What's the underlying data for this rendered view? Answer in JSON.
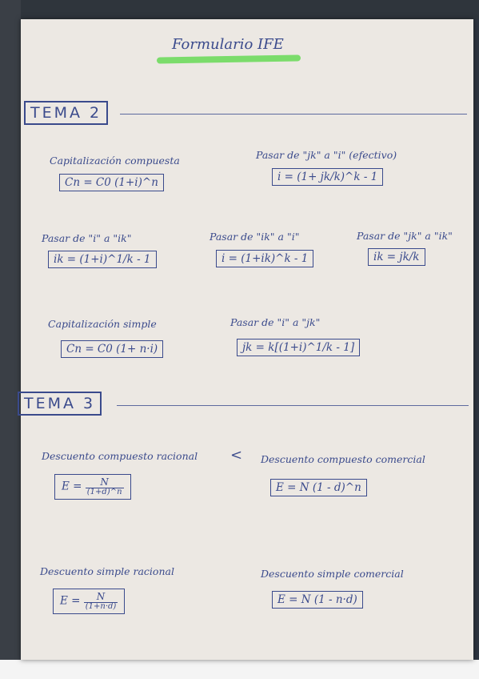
{
  "title": "Formulario IFE",
  "tema2": {
    "heading": "TEMA 2",
    "items": [
      {
        "label": "Capitalización compuesta",
        "formula": "Cn = C0 (1+i)^n"
      },
      {
        "label": "Pasar de \"jk\" a \"i\" (efectivo)",
        "formula": "i = (1+ jk/k)^k - 1"
      },
      {
        "label": "Pasar de \"i\" a \"ik\"",
        "formula": "ik = (1+i)^1/k - 1"
      },
      {
        "label": "Pasar de \"ik\" a \"i\"",
        "formula": "i = (1+ik)^k - 1"
      },
      {
        "label": "Pasar de \"jk\" a \"ik\"",
        "formula": "ik = jk/k"
      },
      {
        "label": "Capitalización simple",
        "formula": "Cn = C0 (1+ n·i)"
      },
      {
        "label": "Pasar de \"i\" a \"jk\"",
        "formula": "jk = k[(1+i)^1/k - 1]"
      }
    ]
  },
  "tema3": {
    "heading": "TEMA 3",
    "items": [
      {
        "label": "Descuento compuesto racional",
        "formula_num": "N",
        "formula_den": "(1+d)^n",
        "formula_lhs": "E ="
      },
      {
        "label": "Descuento compuesto comercial",
        "formula": "E = N (1 - d)^n"
      },
      {
        "label": "Descuento simple racional",
        "formula_num": "N",
        "formula_den": "(1+n·d)",
        "formula_lhs": "E ="
      },
      {
        "label": "Descuento simple comercial",
        "formula": "E = N (1 - n·d)"
      }
    ],
    "comparison_symbol": "<"
  }
}
